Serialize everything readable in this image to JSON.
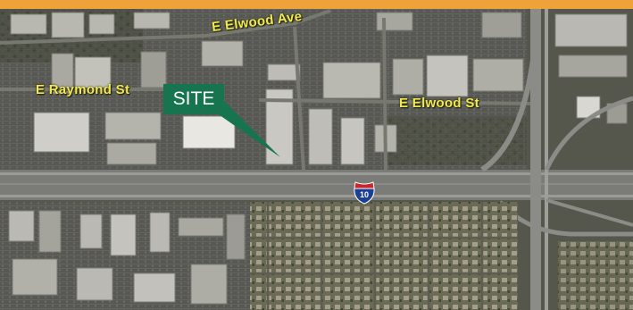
{
  "colors": {
    "top_bar": "#f0a23a",
    "street_label": "#f2ea4a",
    "site_callout": "#16744e",
    "interstate_blue": "#1d3f92",
    "interstate_red": "#c8252d"
  },
  "labels": {
    "site": "SITE",
    "e_elwood_ave": "E Elwood Ave",
    "e_raymond_st": "E Raymond St",
    "e_elwood_st": "E Elwood St"
  },
  "shields": {
    "interstate": "10"
  },
  "icons": {
    "interstate_shield": "interstate-shield-icon",
    "site_pointer": "arrow-pointer-icon"
  }
}
